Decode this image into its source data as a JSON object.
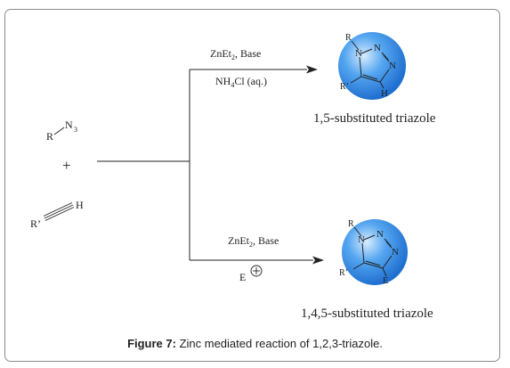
{
  "reactants": {
    "azide_R": "R",
    "azide_group": "N",
    "azide_sub": "3",
    "plus": "+",
    "alkyne_R": "R’",
    "alkyne_H": "H"
  },
  "top_arrow": {
    "reagent_line1_a": "ZnEt",
    "reagent_line1_sub": "2",
    "reagent_line1_b": ", Base",
    "reagent_line2_a": "NH",
    "reagent_line2_sub": "4",
    "reagent_line2_b": "Cl (aq.)"
  },
  "bottom_arrow": {
    "reagent_line1_a": "ZnEt",
    "reagent_line1_sub": "2",
    "reagent_line1_b": ", Base",
    "electrophile": "E"
  },
  "product_top": {
    "label": "1,5-substituted triazole",
    "atom_R": "R",
    "atom_N1": "N",
    "atom_N2": "N",
    "atom_N3": "N",
    "atom_Rp": "R’",
    "atom_H": "H"
  },
  "product_bottom": {
    "label": "1,4,5-substituted triazole",
    "atom_R": "R",
    "atom_N1": "N",
    "atom_N2": "N",
    "atom_N3": "N",
    "atom_Rp": "R’",
    "atom_E": "E"
  },
  "caption": {
    "figure_label": "Figure 7:",
    "text": " Zinc mediated reaction of 1,2,3-triazole."
  },
  "colors": {
    "sphere_light": "#d8ecff",
    "sphere_mid": "#55a6f0",
    "sphere_dark": "#1f6fd0",
    "line": "#222222",
    "border": "#8c8c8c"
  }
}
